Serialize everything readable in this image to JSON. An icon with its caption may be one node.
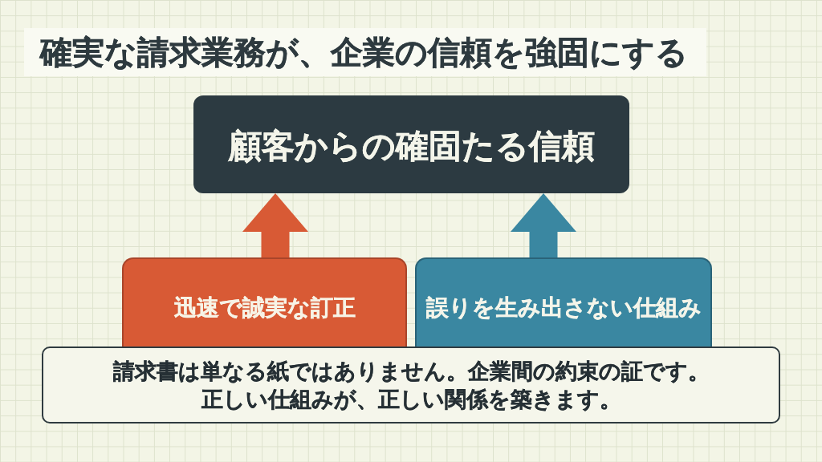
{
  "diagram": {
    "title": "確実な請求業務が、企業の信頼を強固にする",
    "nodes": [
      {
        "text": [
          "顧客からの確固たる信頼"
        ]
      },
      {
        "text": [
          "迅速で誠実な訂正"
        ]
      },
      {
        "text": [
          "誤りを生み出さない仕組み"
        ]
      },
      {
        "text": [
          "請求書は単なる紙ではありません。企業間の約束の証です。",
          "正しい仕組みが、正しい関係を築きます。"
        ]
      }
    ],
    "edges": [
      {
        "from": 1,
        "to": 0,
        "arrow": "to",
        "color": "#d85a35"
      },
      {
        "from": 2,
        "to": 0,
        "arrow": "to",
        "color": "#3a87a1"
      }
    ]
  }
}
